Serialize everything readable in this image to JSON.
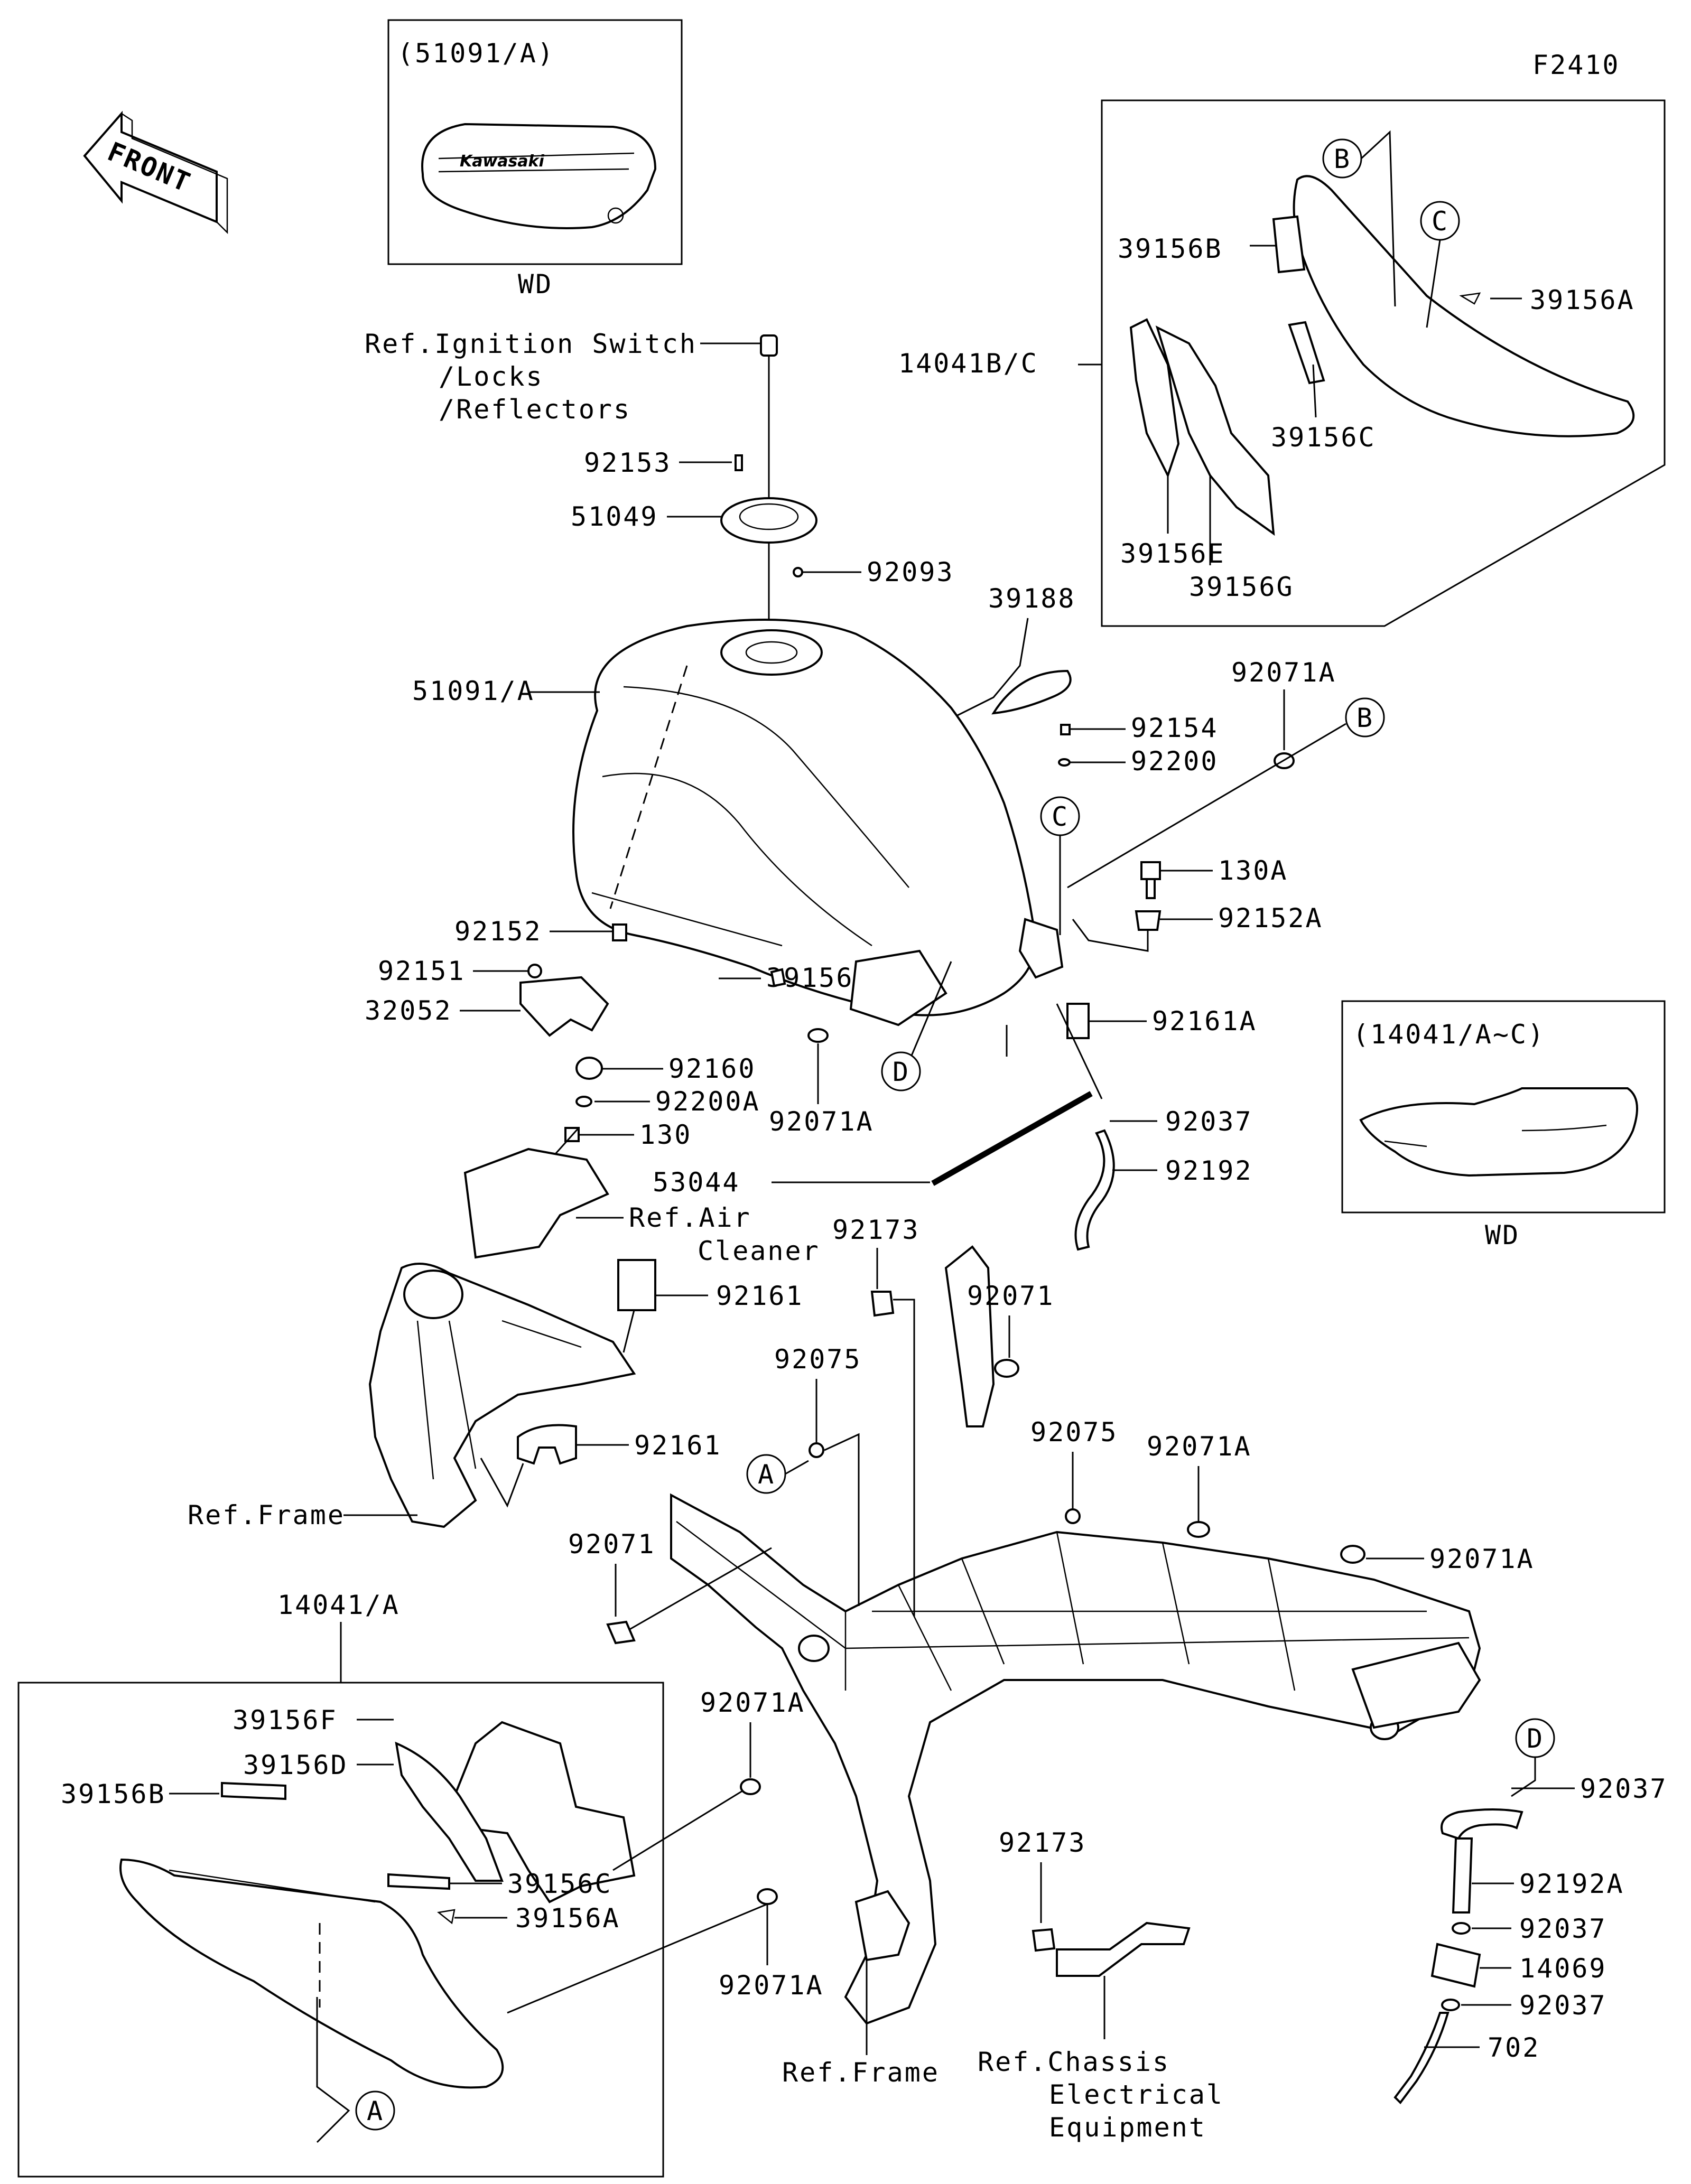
{
  "diagram_code": "F2410",
  "front_arrow": "FRONT",
  "inset_tank_wd": {
    "title": "(51091/A)",
    "caption": "WD"
  },
  "inset_side_cover_wd": {
    "title": "(14041/A~C)",
    "caption": "WD"
  },
  "logo_text": "Kawasaki",
  "callouts": {
    "a": "A",
    "b": "B",
    "c": "C",
    "d": "D"
  },
  "labels": {
    "ref_ignition_1": "Ref.Ignition Switch",
    "ref_ignition_2": "/Locks",
    "ref_ignition_3": "/Reflectors",
    "p92153": "92153",
    "p51049": "51049",
    "p92093": "92093",
    "p51091a": "51091/A",
    "p39188": "39188",
    "p92071a_top": "92071A",
    "p92154": "92154",
    "p92200": "92200",
    "p130a": "130A",
    "p92152a": "92152A",
    "p92161a": "92161A",
    "p92152": "92152",
    "p92151": "92151",
    "p32052": "32052",
    "p39156": "39156",
    "p92160": "92160",
    "p92200a": "92200A",
    "p130": "130",
    "p92071a_mid": "92071A",
    "p92037_mid": "92037",
    "p53044": "53044",
    "p92192": "92192",
    "ref_air_1": "Ref.Air",
    "ref_air_2": "Cleaner",
    "p92173_top": "92173",
    "p92161_a": "92161",
    "p92071_top": "92071",
    "p92075_left": "92075",
    "p92075_right": "92075",
    "p92071a_right1": "92071A",
    "p92161_b": "92161",
    "ref_frame_left": "Ref.Frame",
    "p92071_left": "92071",
    "p92071a_right2": "92071A",
    "p14041a": "14041/A",
    "p92071a_low1": "92071A",
    "p39156f": "39156F",
    "p39156d": "39156D",
    "p39156b_low": "39156B",
    "p39156c_low": "39156C",
    "p39156a_low": "39156A",
    "p92071a_low2": "92071A",
    "p92173_low": "92173",
    "ref_frame_bottom": "Ref.Frame",
    "ref_chassis_1": "Ref.Chassis",
    "ref_chassis_2": "Electrical",
    "ref_chassis_3": "Equipment",
    "p92037_r1": "92037",
    "p92192a": "92192A",
    "p92037_r2": "92037",
    "p14069": "14069",
    "p92037_r3": "92037",
    "p702": "702",
    "p14041bc": "14041B/C",
    "p39156b_top": "39156B",
    "p39156a_top": "39156A",
    "p39156c_top": "39156C",
    "p39156e": "39156E",
    "p39156g": "39156G"
  }
}
